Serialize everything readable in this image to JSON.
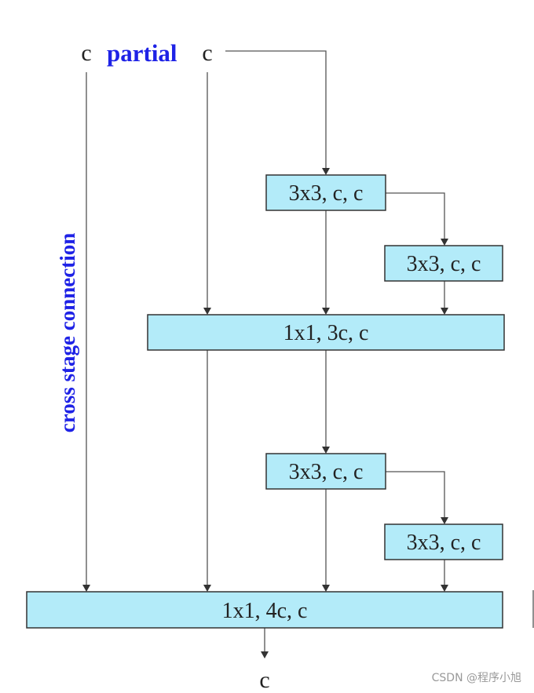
{
  "labels": {
    "input_c_left": "c",
    "partial": "partial",
    "input_c_right": "c",
    "cross_stage": "cross stage connection",
    "output_c": "c"
  },
  "boxes": {
    "conv_a1": "3x3, c, c",
    "conv_a2": "3x3, c, c",
    "merge_1": "1x1, 3c, c",
    "conv_b1": "3x3, c, c",
    "conv_b2": "3x3, c, c",
    "merge_2": "1x1, 4c, c"
  },
  "watermark": "CSDN @程序小旭",
  "colors": {
    "box_fill": "#b3ebf9",
    "label_blue": "#1e22e6"
  }
}
